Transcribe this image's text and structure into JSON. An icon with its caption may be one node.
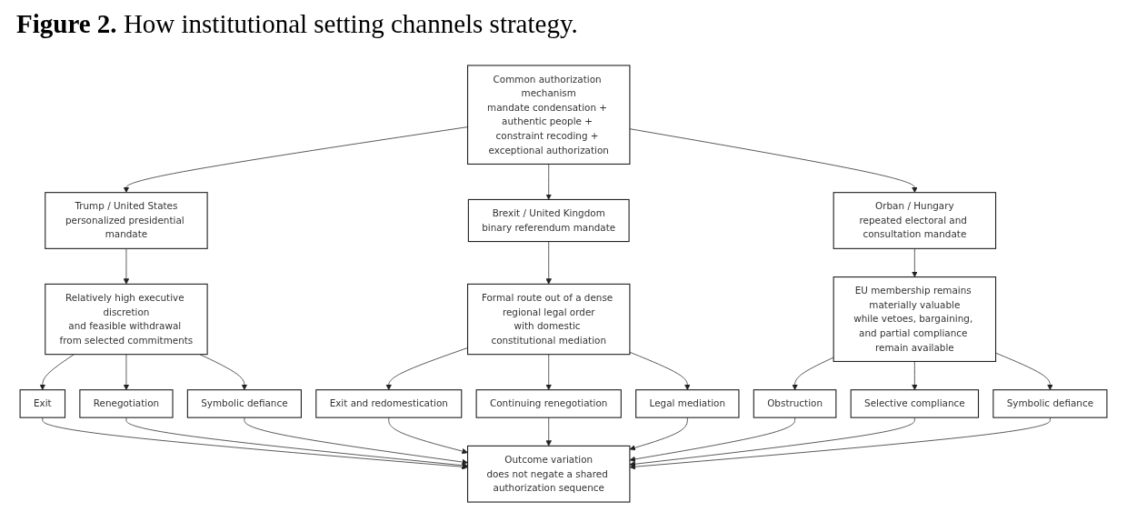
{
  "diagram": {
    "title": "**Figure 2.** How institutional setting channels strategy.",
    "nodes": [
      {
        "text": [
          "Common authorization mechanism",
          "mandate condensation + authentic people + constraint recoding + exceptional authorization"
        ]
      },
      {
        "text": [
          "Trump / United States",
          "personalized presidential mandate"
        ]
      },
      {
        "text": [
          "Brexit / United Kingdom",
          "binary referendum mandate"
        ]
      },
      {
        "text": [
          "Orban / Hungary",
          "repeated electoral and consultation mandate"
        ]
      },
      {
        "text": [
          "Relatively high executive discretion",
          "and feasible withdrawal from selected commitments"
        ]
      },
      {
        "text": [
          "Formal route out of a dense regional legal order",
          "with domestic constitutional mediation"
        ]
      },
      {
        "text": [
          "EU membership remains materially valuable",
          "while vetoes, bargaining, and partial compliance remain available"
        ]
      },
      {
        "text": [
          "Exit"
        ]
      },
      {
        "text": [
          "Renegotiation"
        ]
      },
      {
        "text": [
          "Symbolic defiance"
        ]
      },
      {
        "text": [
          "Exit and redomestication"
        ]
      },
      {
        "text": [
          "Continuing renegotiation"
        ]
      },
      {
        "text": [
          "Legal mediation"
        ]
      },
      {
        "text": [
          "Obstruction"
        ]
      },
      {
        "text": [
          "Selective compliance"
        ]
      },
      {
        "text": [
          "Symbolic defiance"
        ]
      },
      {
        "text": [
          "Outcome variation",
          "does not negate a shared authorization sequence"
        ]
      }
    ],
    "edges": [
      {
        "from": 0,
        "to": 1,
        "arrow": "to"
      },
      {
        "from": 0,
        "to": 2,
        "arrow": "to"
      },
      {
        "from": 0,
        "to": 3,
        "arrow": "to"
      },
      {
        "from": 1,
        "to": 4,
        "arrow": "to"
      },
      {
        "from": 2,
        "to": 5,
        "arrow": "to"
      },
      {
        "from": 3,
        "to": 6,
        "arrow": "to"
      },
      {
        "from": 4,
        "to": 7,
        "arrow": "to"
      },
      {
        "from": 4,
        "to": 8,
        "arrow": "to"
      },
      {
        "from": 4,
        "to": 9,
        "arrow": "to"
      },
      {
        "from": 5,
        "to": 10,
        "arrow": "to"
      },
      {
        "from": 5,
        "to": 11,
        "arrow": "to"
      },
      {
        "from": 5,
        "to": 12,
        "arrow": "to"
      },
      {
        "from": 6,
        "to": 13,
        "arrow": "to"
      },
      {
        "from": 6,
        "to": 14,
        "arrow": "to"
      },
      {
        "from": 6,
        "to": 15,
        "arrow": "to"
      },
      {
        "from": 7,
        "to": 16,
        "arrow": "to"
      },
      {
        "from": 8,
        "to": 16,
        "arrow": "to"
      },
      {
        "from": 9,
        "to": 16,
        "arrow": "to"
      },
      {
        "from": 10,
        "to": 16,
        "arrow": "to"
      },
      {
        "from": 11,
        "to": 16,
        "arrow": "to"
      },
      {
        "from": 12,
        "to": 16,
        "arrow": "to"
      },
      {
        "from": 13,
        "to": 16,
        "arrow": "to"
      },
      {
        "from": 14,
        "to": 16,
        "arrow": "to"
      },
      {
        "from": 15,
        "to": 16,
        "arrow": "to"
      }
    ]
  }
}
